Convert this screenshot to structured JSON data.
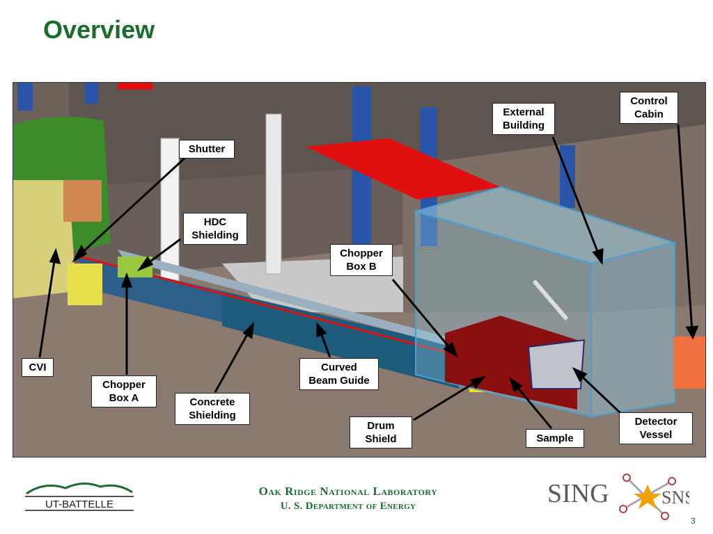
{
  "slide": {
    "title": "Overview",
    "page_number": "3"
  },
  "callouts": {
    "shutter": "Shutter",
    "hdc_shielding": [
      "HDC",
      "Shielding"
    ],
    "chopper_box_b": [
      "Chopper",
      "Box B"
    ],
    "external_building": [
      "External",
      "Building"
    ],
    "control_cabin": [
      "Control",
      "Cabin"
    ],
    "cvi": "CVI",
    "chopper_box_a": [
      "Chopper",
      "Box A"
    ],
    "concrete_shielding": [
      "Concrete",
      "Shielding"
    ],
    "curved_beam_guide": [
      "Curved",
      "Beam Guide"
    ],
    "drum_shield": [
      "Drum",
      "Shield"
    ],
    "sample": "Sample",
    "detector_vessel": [
      "Detector",
      "Vessel"
    ]
  },
  "footer": {
    "org_line1": "Oak Ridge National Laboratory",
    "org_line2": "U. S. Department of Energy",
    "logo_left_text": "UT-BATTELLE",
    "logo_right_sing": "SING",
    "logo_right_sns": "SNS"
  },
  "colors": {
    "title_green": "#1a6b2e",
    "beam_red": "#e01010",
    "building_blue": "#2a6fc0"
  }
}
